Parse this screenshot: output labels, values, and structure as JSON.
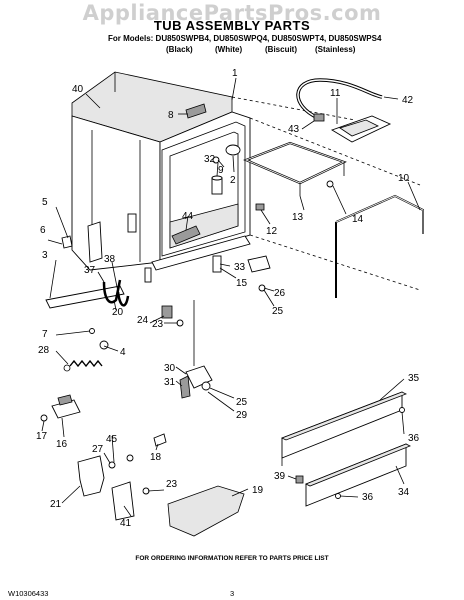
{
  "watermark": "AppliancePartsPros.com",
  "title": "TUB ASSEMBLY PARTS",
  "models_line": "For Models: DU850SWPB4, DU850SWPQ4, DU850SWPT4, DU850SWPS4",
  "colors": [
    "(Black)",
    "(White)",
    "(Biscuit)",
    "(Stainless)"
  ],
  "footer": "FOR ORDERING INFORMATION REFER TO PARTS PRICE LIST",
  "doc_number": "W10306433",
  "page_number": "3",
  "callouts": [
    "1",
    "2",
    "3",
    "4",
    "5",
    "6",
    "7",
    "8",
    "9",
    "10",
    "11",
    "12",
    "13",
    "14",
    "15",
    "16",
    "17",
    "18",
    "19",
    "20",
    "21",
    "23",
    "23",
    "24",
    "25",
    "25",
    "26",
    "27",
    "28",
    "29",
    "30",
    "31",
    "32",
    "33",
    "34",
    "35",
    "36",
    "36",
    "37",
    "38",
    "39",
    "40",
    "41",
    "42",
    "43",
    "44",
    "45"
  ]
}
